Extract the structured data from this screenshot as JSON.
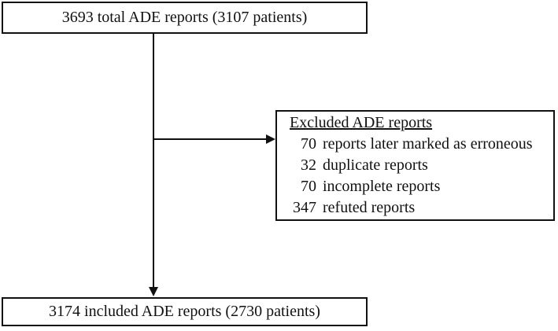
{
  "flowchart": {
    "top_box": {
      "label": "3693 total ADE reports (3107 patients)"
    },
    "bottom_box": {
      "label": "3174 included ADE reports (2730 patients)"
    },
    "excluded_box": {
      "title": "Excluded ADE reports",
      "items": [
        {
          "count": "70",
          "label": "reports later marked as erroneous"
        },
        {
          "count": "32",
          "label": "duplicate reports"
        },
        {
          "count": "70",
          "label": "incomplete reports"
        },
        {
          "count": "347",
          "label": "refuted reports"
        }
      ]
    },
    "colors": {
      "line": "#111111",
      "background": "#ffffff"
    }
  }
}
